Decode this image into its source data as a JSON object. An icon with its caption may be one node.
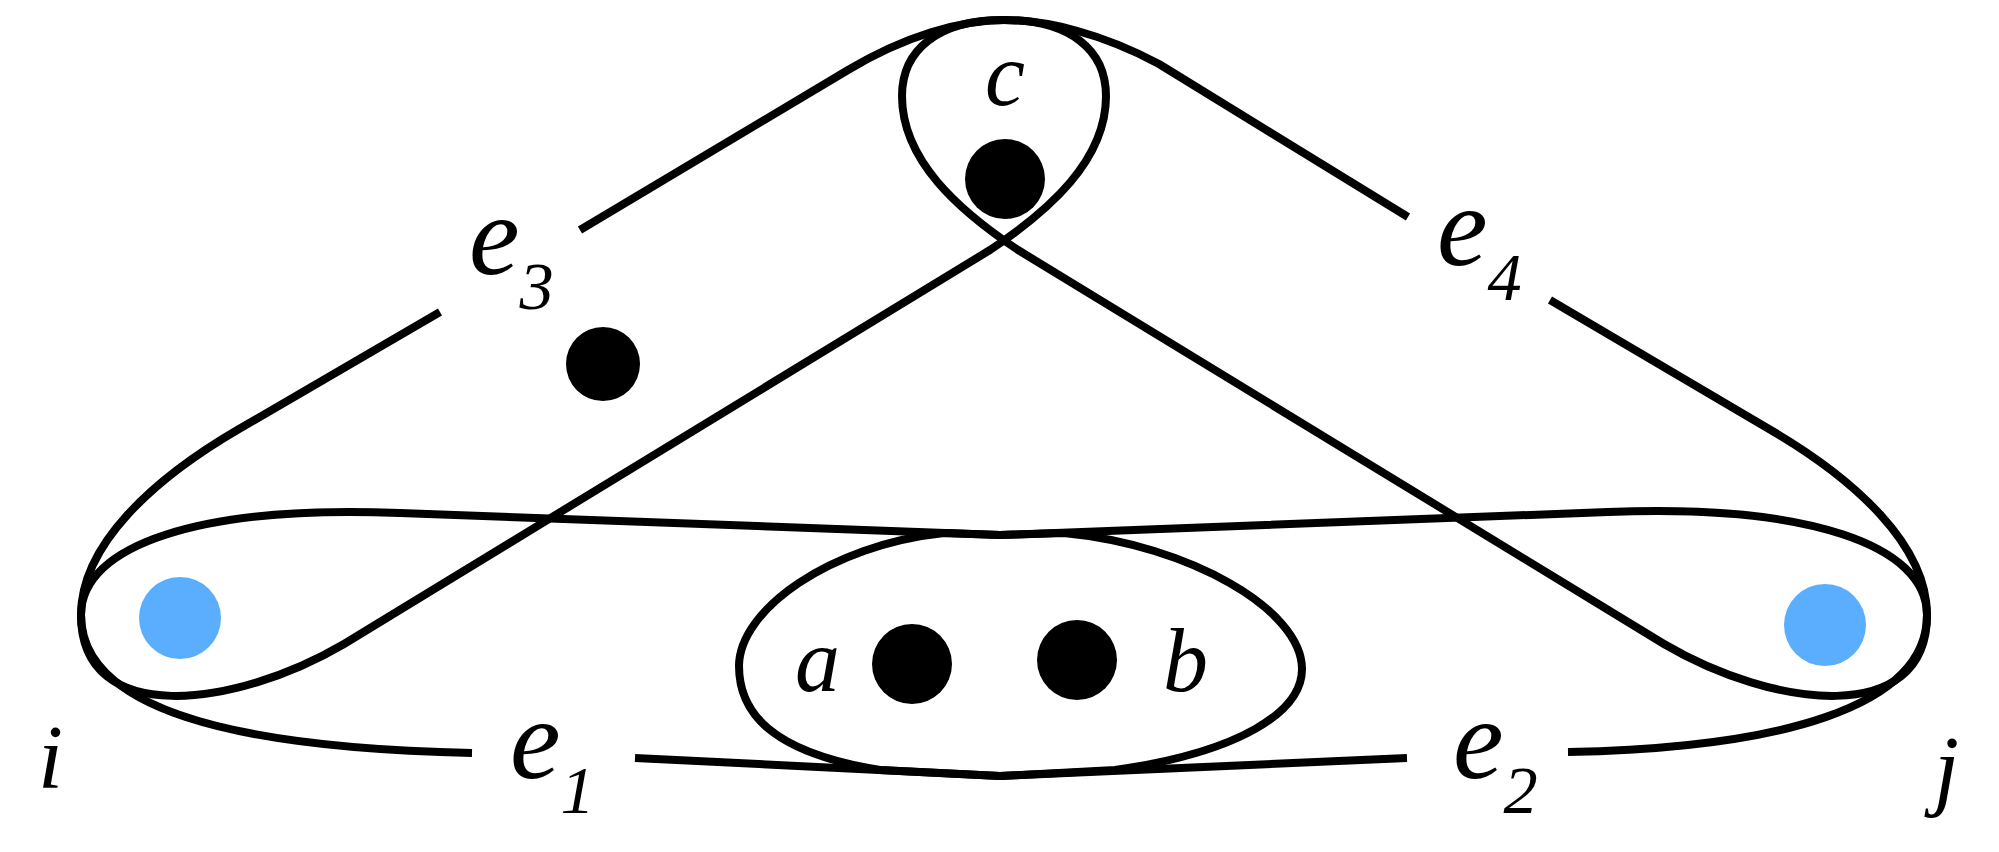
{
  "diagram": {
    "nodes": [
      {
        "text": [],
        "shape": "circle",
        "beside": [
          "c"
        ]
      },
      {
        "text": [
          "e$_{3}$"
        ]
      },
      {
        "text": [
          "e$_{4}$"
        ]
      },
      {
        "text": [],
        "shape": "circle",
        "in": 1
      },
      {
        "text": [],
        "shape": "circle"
      },
      {
        "text": [],
        "shape": "circle",
        "beside": [
          "a"
        ]
      },
      {
        "text": [],
        "shape": "circle",
        "beside": [
          "b"
        ]
      },
      {
        "text": [],
        "shape": "circle"
      },
      {
        "text": [
          "e$_{1}$"
        ]
      },
      {
        "text": [
          "e$_{2}$"
        ]
      }
    ],
    "labels": [
      "i",
      "j"
    ]
  }
}
